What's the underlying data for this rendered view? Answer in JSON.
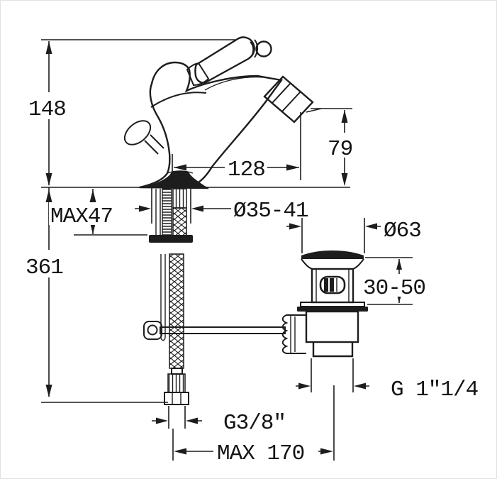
{
  "meta": {
    "type": "technical-installation-drawing",
    "subject": "Single-hole bidet mixer tap with pop-up waste, side view with mounting dimensions",
    "units": "mm",
    "background": "#ffffff",
    "line_color": "#1d1d1d"
  },
  "labels": {
    "height_above_deck": "148",
    "total_height": "361",
    "max_deck_thickness": "MAX47",
    "spout_reach": "128",
    "outlet_height": "79",
    "mounting_hole_diameter": "Ø35-41",
    "waste_cap_diameter": "Ø63",
    "waste_adjust_range": "30-50",
    "waste_thread": "G 1\"1/4",
    "supply_thread": "G3/8\"",
    "max_waste_offset": "MAX 170"
  }
}
